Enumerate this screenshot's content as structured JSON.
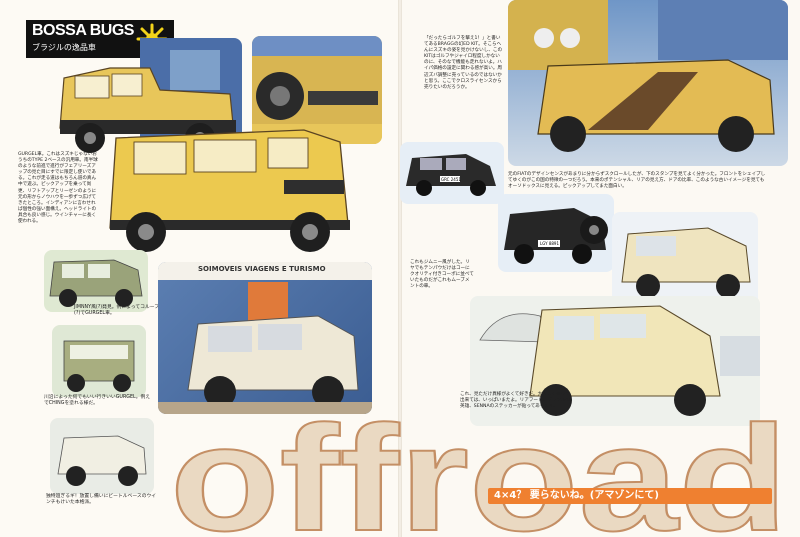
{
  "header": {
    "series": "BOSSA BUGS",
    "subtitle": "ブラジルの逸品車"
  },
  "texts": {
    "left_main": "GURGEL車。これはスズキじゃないおうちのTYPE 2ベースの汎用車。南半球のような前進で進行がフェアリーズアップの見た目にすでに限定し使いである。これが走る道はもちろん道の真ん中で遊ぶ。ピックアップを乗って尚更、リフトアップとリーゼンのように元の形からノウハウを一歩ずつ広げてきたところ。インディアンに言わせれば個性の強い面構え。ヘッドライトの具合も良い感じ。ウインチャーに長く使われる。",
    "jimny": "JIMNNY風(?)発見。例によってコルーフ改(?)でGURGEL車。",
    "corner": "川沿によった何でもいい行きいいGURGEL。例えでCHINGを塗れる様だ。",
    "winch": "独特過ぎるギ！放置し備いにビートルベースのウインチもけいた本格派。",
    "right_top": "「だったらゴルフを撃え1！」と書いてあるBRAGGの幻ED KIT。そこらへんにスズキの姿を見かけないし、このKITはゴルフやジャイロ程度しかないのに、そのなで機能も走れないよ。ハイパ価格の設定に関わる感が高い。周辺ズバ調整に売っているのではないかと思う。ここでクロスライセンスから売りたいのだろうか。",
    "right_mid": "元のFIATのデザインセンスがあまりに分からずスクロールしたが、下のスタンプを見てよく分かった。フロントをシェイプしてゆくのがこの国の特徴の一つだろう。本来のポテンシャル、リアの見え方、ドアの比率、このような古いイメージを見てもオーソドックスに見える。ピックアップしてまた面白い。",
    "jimny_note": "これもジムニー風がした。リヤでもテンパウだけはコーにクオリティ付きコーポに並べていたものだがこれもムーブメントの車。",
    "bottom_note": "これ、見ただけ異様がよくて好きだ。大人しく乗って出来ては、いっぱいまたよ。リアフードにブラジルの英雄、SENNAのステッカーが貼ってあります。"
  },
  "signs": {
    "storefront": "SOIMOVEIS VIAGENS E TURISMO"
  },
  "plates": {
    "p1": "GRC 2451",
    "p2": "LGY 8891"
  },
  "headline": "offroad",
  "tagline": "4×4？ 要らないね。(アマゾンにて)",
  "colors": {
    "header_bg": "#111111",
    "accent_yellow": "#f2d31a",
    "headline_fill": "#e8d5bd",
    "headline_stroke": "#c48f65",
    "tagline_bg": "#ef8030"
  }
}
